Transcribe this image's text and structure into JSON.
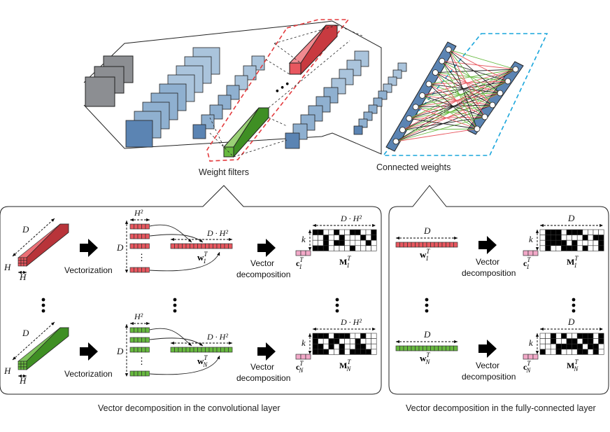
{
  "top": {
    "weight_filters_label": "Weight filters",
    "connected_weights_label": "Connected weights"
  },
  "conv": {
    "caption": "Vector decomposition in the convolutional layer",
    "row1": {
      "D": "D",
      "H_left": "H",
      "H_bottom": "H",
      "vectorization": "Vectorization",
      "H2": "H²",
      "D_mid": "D",
      "DH2": "D · H²",
      "w": "w",
      "w_sup": "T",
      "w_sub": "1",
      "vector": "Vector",
      "decomposition": "decomposition",
      "k": "k",
      "DH2_right": "D · H²",
      "c": "c",
      "c_sup": "T",
      "c_sub": "1",
      "M": "M",
      "M_sup": "T",
      "M_sub": "1"
    },
    "row2": {
      "D": "D",
      "H_left": "H",
      "H_bottom": "H",
      "vectorization": "Vectorization",
      "H2": "H²",
      "D_mid": "D",
      "DH2": "D · H²",
      "w": "w",
      "w_sup": "T",
      "w_sub": "N",
      "vector": "Vector",
      "decomposition": "decomposition",
      "k": "k",
      "DH2_right": "D · H²",
      "c": "c",
      "c_sup": "T",
      "c_sub": "N",
      "M": "M",
      "M_sup": "T",
      "M_sub": "N"
    }
  },
  "fc": {
    "caption": "Vector decomposition in the fully-connected layer",
    "row1": {
      "D": "D",
      "w": "w",
      "w_sup": "T",
      "w_sub": "1",
      "vector": "Vector",
      "decomposition": "decomposition",
      "k": "k",
      "D_right": "D",
      "c": "c",
      "c_sup": "T",
      "c_sub": "1",
      "M": "M",
      "M_sup": "T",
      "M_sub": "1"
    },
    "row2": {
      "D": "D",
      "w": "w",
      "w_sup": "T",
      "w_sub": "N",
      "vector": "Vector",
      "decomposition": "decomposition",
      "k": "k",
      "D_right": "D",
      "c": "c",
      "c_sup": "T",
      "c_sub": "N",
      "M": "M",
      "M_sup": "T",
      "M_sub": "N"
    }
  },
  "colors": {
    "red": "#e8575f",
    "green": "#67b93f",
    "pink": "#f2a9c8",
    "blue": "#5b84b3",
    "blue_light": "#aac4dc",
    "gray": "#8c8e92",
    "red_dash": "#e33a3d",
    "cyan_dash": "#1aa6dc"
  }
}
